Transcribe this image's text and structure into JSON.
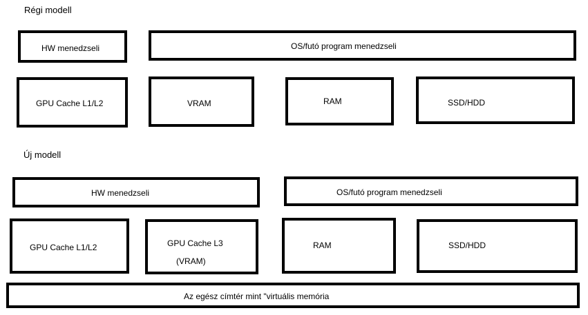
{
  "old_model": {
    "title": "Régi modell",
    "hw_manager": "HW menedzseli",
    "os_manager": "OS/futó program menedzseli",
    "gpu_cache": "GPU Cache L1/L2",
    "vram": "VRAM",
    "ram": "RAM",
    "storage": "SSD/HDD"
  },
  "new_model": {
    "title": "Új modell",
    "hw_manager": "HW menedzseli",
    "os_manager": "OS/futó program menedzseli",
    "gpu_cache": "GPU Cache L1/L2",
    "gpu_cache_l3_line1": "GPU Cache L3",
    "gpu_cache_l3_line2": "(VRAM)",
    "ram": "RAM",
    "storage": "SSD/HDD",
    "virtual_memory": "Az egész címtér mint \"virtuális memória"
  }
}
